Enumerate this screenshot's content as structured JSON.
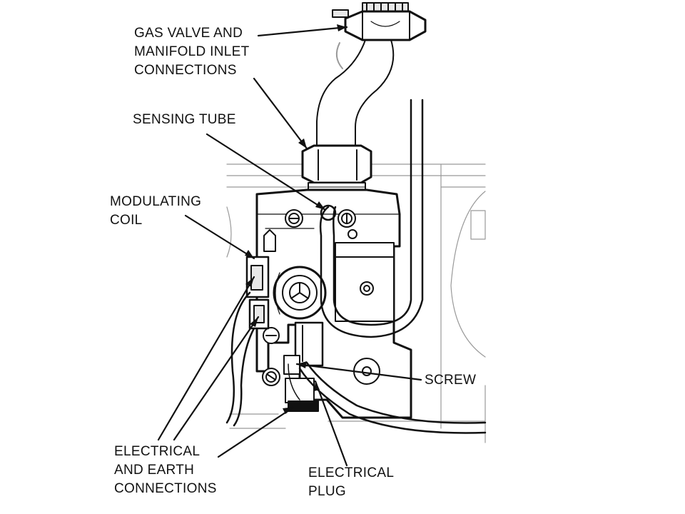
{
  "labels": {
    "gas_valve": [
      "GAS VALVE AND",
      "MANIFOLD INLET",
      "CONNECTIONS"
    ],
    "sensing_tube": [
      "SENSING TUBE"
    ],
    "modulating_coil": [
      "MODULATING",
      "COIL"
    ],
    "screw": [
      "SCREW"
    ],
    "electrical_earth": [
      "ELECTRICAL",
      "AND EARTH",
      "CONNECTIONS"
    ],
    "electrical_plug": [
      "ELECTRICAL",
      "PLUG"
    ]
  },
  "colors": {
    "ink": "#111111",
    "paper": "#ffffff",
    "shade": "#e8e8e8"
  }
}
